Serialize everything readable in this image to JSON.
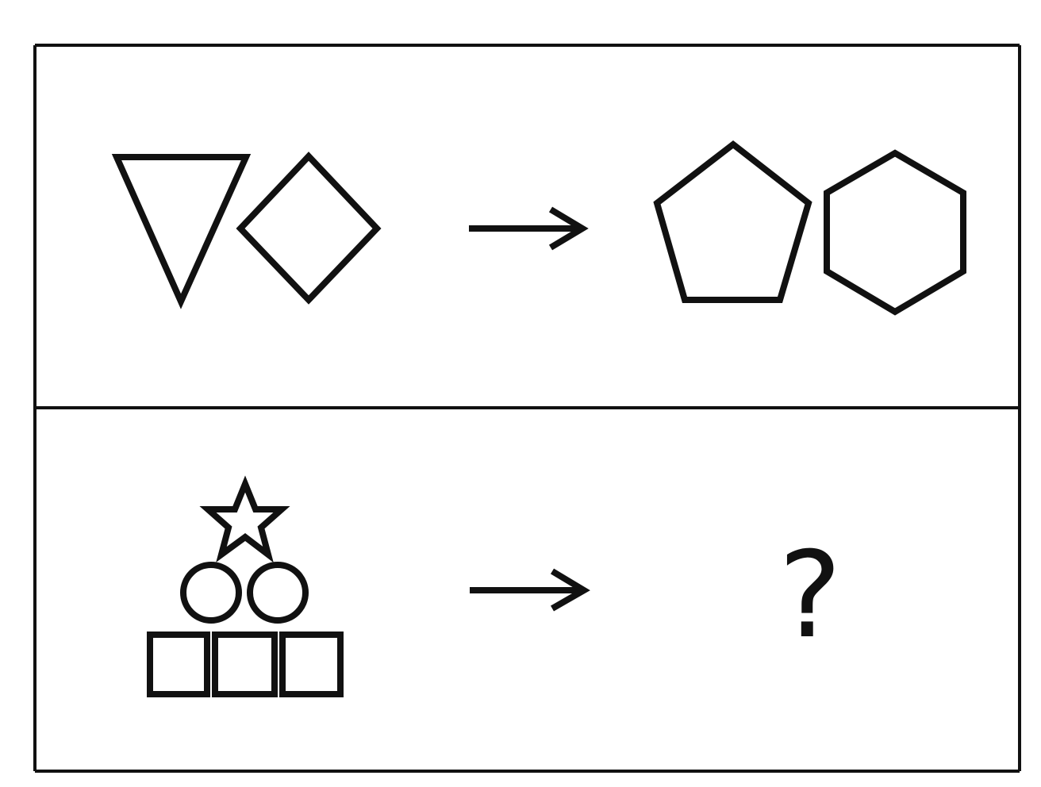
{
  "puzzle": {
    "top_row": {
      "source_shapes": [
        "inverted-triangle",
        "diamond"
      ],
      "result_shapes": [
        "pentagon",
        "hexagon"
      ]
    },
    "bottom_row": {
      "source_shapes": [
        "star",
        "circle",
        "circle",
        "square",
        "square",
        "square"
      ],
      "result_text": "?"
    }
  }
}
